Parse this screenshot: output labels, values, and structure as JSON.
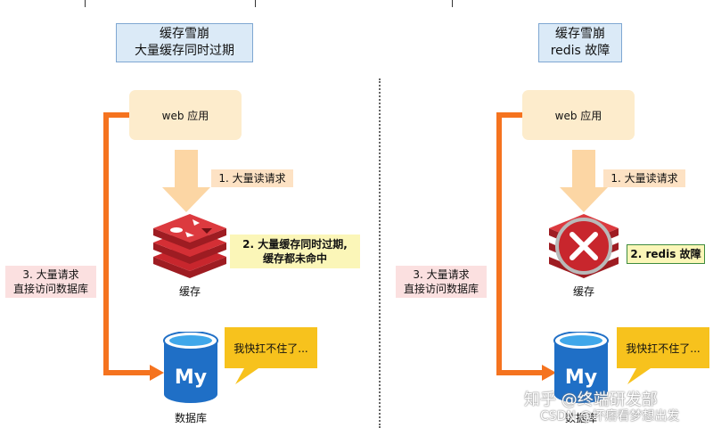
{
  "left": {
    "title_line1": "缓存雪崩",
    "title_line2": "大量缓存同时过期",
    "web_label": "web 应用",
    "step1": "1. 大量读请求",
    "step2_line1": "2. 大量缓存同时过期,",
    "step2_line2": "缓存都未命中",
    "step3_line1": "3. 大量请求",
    "step3_line2": "直接访问数据库",
    "cache_caption": "缓存",
    "db_caption": "数据库",
    "bubble": "我快扛不住了...",
    "db_logo": "My"
  },
  "right": {
    "title_line1": "缓存雪崩",
    "title_line2": "redis 故障",
    "web_label": "web 应用",
    "step1": "1. 大量读请求",
    "step2": "2. redis 故障",
    "step3_line1": "3. 大量请求",
    "step3_line2": "直接访问数据库",
    "cache_caption": "缓存",
    "db_caption": "数据库",
    "bubble": "我快扛不住了...",
    "db_logo": "My"
  },
  "watermark": {
    "line1": "知乎 @终端研发部",
    "line2": "CSDN @坏痞看梦想出发"
  },
  "colors": {
    "arrow_orange": "#f5731f",
    "down_arrow": "#fcd6a4",
    "web_box": "#fdeccc",
    "redis_red": "#c8262d",
    "mysql_blue": "#1f6fc6",
    "bubble_yellow": "#f7c21d"
  },
  "icons": [
    "redis-logo-icon",
    "mysql-database-icon",
    "failure-x-icon",
    "speech-bubble-icon"
  ]
}
